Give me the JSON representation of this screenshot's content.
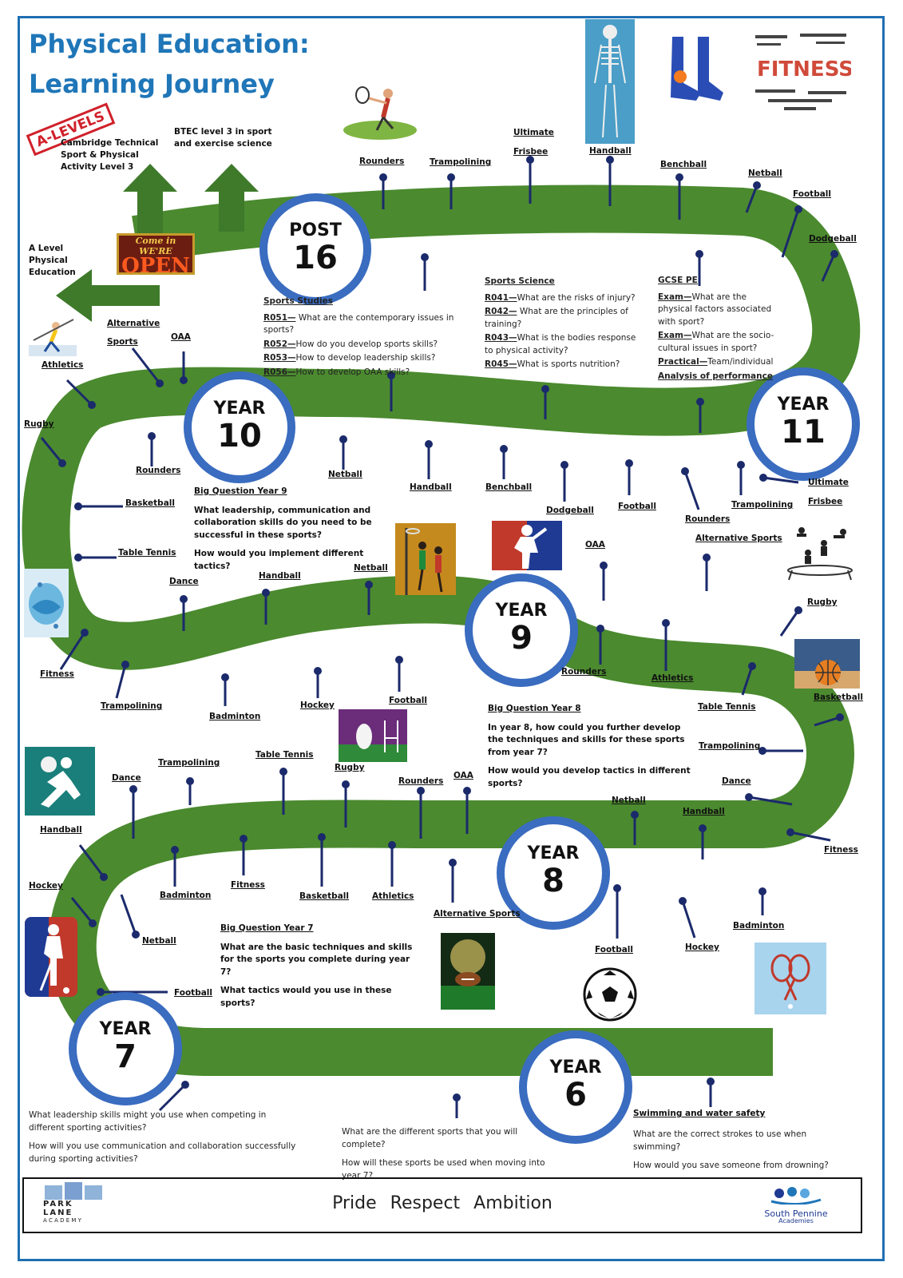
{
  "title": {
    "line1": "Physical Education:",
    "line2": "Learning Journey"
  },
  "colors": {
    "road": "#4b8a2f",
    "badge_ring": "#3a6cc0",
    "title": "#1f76b8",
    "marker": "#1b2a6b"
  },
  "pathways": {
    "alevels_stamp": "A-LEVELS",
    "cambridge": "Cambridge Technical Sport & Physical Activity Level 3",
    "btec": "BTEC level 3 in sport and exercise science",
    "alevel_pe": "A Level Physical Education",
    "open_sign_small": "Come in WE'RE",
    "open_sign_big": "OPEN"
  },
  "badges": {
    "post16": {
      "a": "POST",
      "b": "16"
    },
    "year10": {
      "a": "YEAR",
      "b": "10"
    },
    "year11": {
      "a": "YEAR",
      "b": "11"
    },
    "year9": {
      "a": "YEAR",
      "b": "9"
    },
    "year8": {
      "a": "YEAR",
      "b": "8"
    },
    "year7": {
      "a": "YEAR",
      "b": "7"
    },
    "year6": {
      "a": "YEAR",
      "b": "6"
    }
  },
  "sports": {
    "s1": "Rounders",
    "s2": "Trampolining",
    "s3": "Ultimate",
    "s4": "Frisbee",
    "s5": "Handball",
    "s6": "Benchball",
    "s7": "Netball",
    "s8": "Football",
    "s9": "Dodgeball",
    "s10": "Alternative",
    "s11": "Sports",
    "s12": "OAA",
    "s13": "Athletics",
    "s14": "Rugby",
    "s15": "Rounders",
    "s16": "Netball",
    "s17": "Handball",
    "s18": "Benchball",
    "s19": "Dodgeball",
    "s20": "Football",
    "s21": "Rounders",
    "s22": "Trampolining",
    "s23": "Ultimate",
    "s24": "Frisbee",
    "s25": "Basketball",
    "s26": "Table Tennis",
    "s27": "Alternative Sports",
    "s28": "OAA",
    "s29": "Dance",
    "s30": "Handball",
    "s31": "Netball",
    "s32": "Rugby",
    "s33": "Fitness",
    "s34": "Trampolining",
    "s35": "Badminton",
    "s36": "Hockey",
    "s37": "Football",
    "s38": "Rounders",
    "s39": "Athletics",
    "s40": "Table Tennis",
    "s41": "Basketball",
    "s42": "Trampolining",
    "s43": "Table Tennis",
    "s44": "Dance",
    "s45": "Rugby",
    "s46": "Rounders",
    "s47": "OAA",
    "s48": "Trampolining",
    "s49": "Dance",
    "s50": "Netball",
    "s51": "Handball",
    "s52": "Handball",
    "s53": "Fitness",
    "s54": "Hockey",
    "s55": "Badminton",
    "s56": "Fitness",
    "s57": "Basketball",
    "s58": "Athletics",
    "s59": "Alternative Sports",
    "s60": "Netball",
    "s61": "Football",
    "s62": "Hockey",
    "s63": "Badminton",
    "s64": "Football",
    "s65": "Swimming and water safety"
  },
  "sports_studies": {
    "heading": "Sports Studies",
    "items": [
      {
        "code": "R051—",
        "text": " What are the contemporary issues in sports?"
      },
      {
        "code": "R052—",
        "text": "How do you develop sports skills?"
      },
      {
        "code": "R053—",
        "text": "How to develop leadership skills?"
      },
      {
        "code": "R056—",
        "text": "How to develop OAA skills?"
      }
    ]
  },
  "sports_science": {
    "heading": "Sports Science",
    "items": [
      {
        "code": "R041—",
        "text": "What are the risks of injury?"
      },
      {
        "code": "R042—",
        "text": " What are the principles of training?"
      },
      {
        "code": "R043—",
        "text": "What is the bodies response to physical activity?"
      },
      {
        "code": "R045—",
        "text": "What is sports nutrition?"
      }
    ]
  },
  "gcse": {
    "heading": "GCSE PE",
    "items": [
      {
        "code": "Exam—",
        "text": "What are the physical factors associated with sport?"
      },
      {
        "code": "Exam—",
        "text": "What are the socio-cultural issues in sport?"
      },
      {
        "code": "Practical—",
        "text": "Team/individual"
      }
    ],
    "analysis": "Analysis of performance"
  },
  "bq9": {
    "heading": "Big Question Year 9",
    "q1": "What leadership, communication and collaboration skills do you need to be successful in these sports?",
    "q2": "How would you implement different tactics?"
  },
  "bq8": {
    "heading": "Big Question Year 8",
    "q1": "In year 8, how could you further develop the techniques and skills for these sports from year 7?",
    "q2": "How would you develop tactics in different sports?"
  },
  "bq7": {
    "heading": "Big Question Year 7",
    "q1": "What are the basic techniques and skills for the sports you complete during year 7?",
    "q2": "What tactics would you use in these sports?"
  },
  "year7_text": {
    "q1": "What leadership skills might you use when competing in different sporting activities?",
    "q2": "How will you use communication and collaboration successfully during sporting activities?"
  },
  "year6_text": {
    "q1": "What are the different sports that you will complete?",
    "q2": "How will these sports be used when moving into year 7?"
  },
  "swim_text": {
    "q1": "What are the correct strokes to use when swimming?",
    "q2": "How would you save someone from drowning?"
  },
  "footer": {
    "values": "Pride Respect Ambition",
    "school_name": "PARK LANE",
    "school_sub": "A C A D E M Y",
    "trust_name": "South Pennine",
    "trust_sub": "Academies"
  },
  "images": {
    "fitness_collage_text": "FITNESS"
  }
}
